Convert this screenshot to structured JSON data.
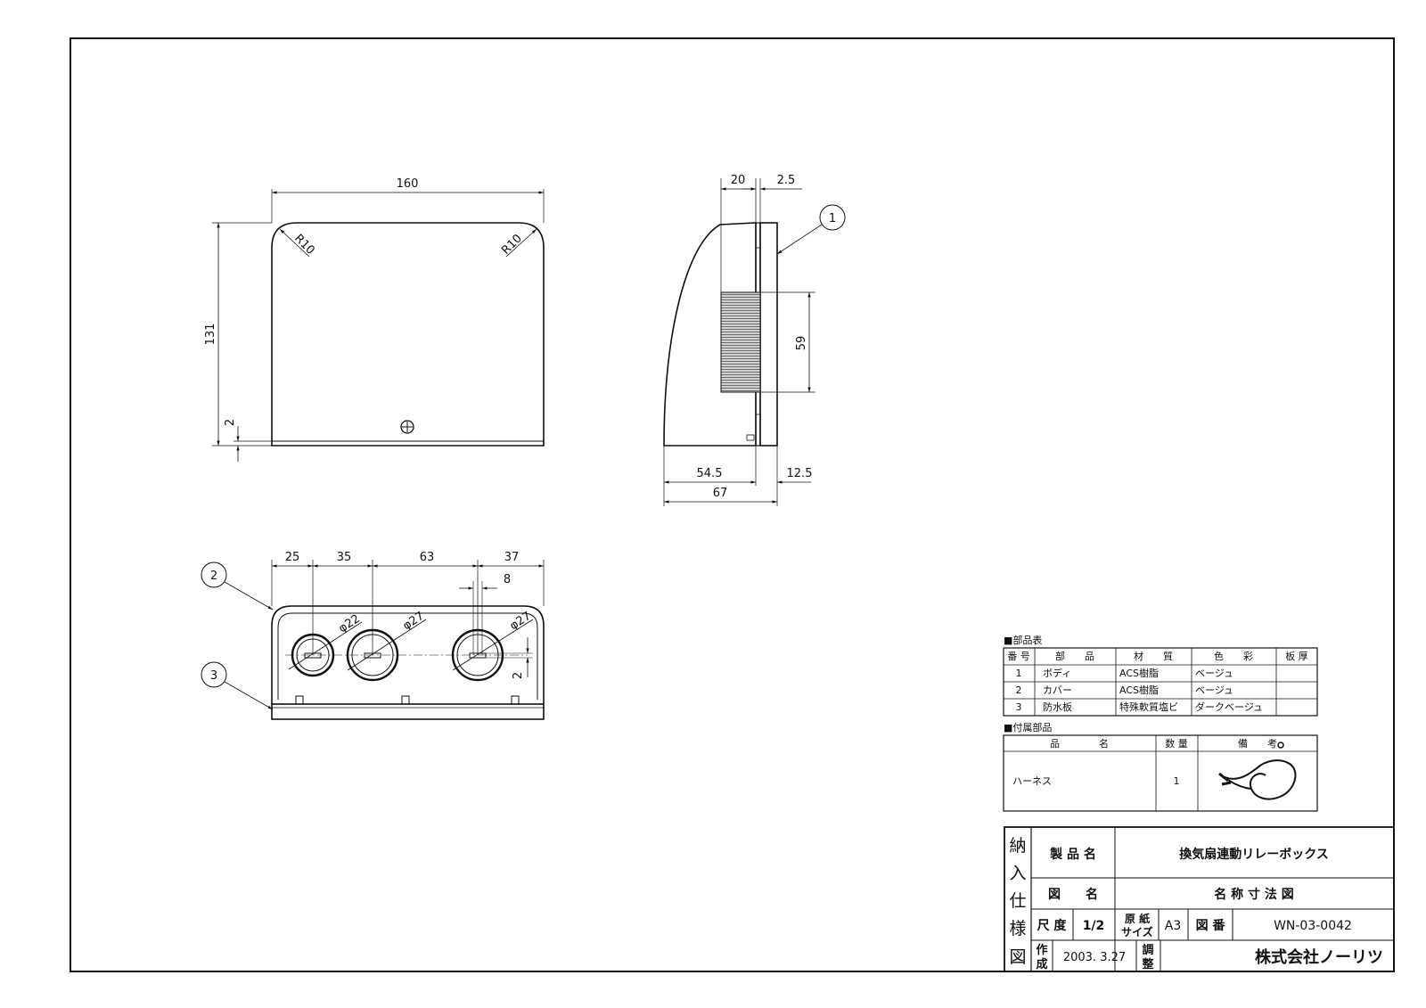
{
  "dimensions": {
    "front_width": "160",
    "front_height": "131",
    "front_gap": "2",
    "radius_left": "R10",
    "radius_right": "R10",
    "side_top_a": "20",
    "side_top_b": "2.5",
    "side_slot": "59",
    "side_bottom_a": "54.5",
    "side_bottom_b": "12.5",
    "side_total": "67",
    "bottom_spacing": [
      "25",
      "35",
      "63",
      "37"
    ],
    "bottom_slot": "8",
    "hole_a": "φ22",
    "hole_b": "φ27",
    "hole_c": "φ27",
    "bottom_gap": "2"
  },
  "callouts": [
    "1",
    "2",
    "3"
  ],
  "parts_table": {
    "title": "■部品表",
    "headers": [
      "番 号",
      "部　　品",
      "材　　質",
      "色　　彩",
      "板 厚"
    ],
    "rows": [
      [
        "1",
        "ボディ",
        "ACS樹脂",
        "ベージュ",
        ""
      ],
      [
        "2",
        "カバー",
        "ACS樹脂",
        "ベージュ",
        ""
      ],
      [
        "3",
        "防水板",
        "特殊軟質塩ビ",
        "ダークベージュ",
        ""
      ]
    ]
  },
  "accessory_table": {
    "title": "■付属部品",
    "headers": [
      "品　　　　名",
      "数 量",
      "備　　考"
    ],
    "rows": [
      [
        "ハーネス",
        "1",
        ""
      ]
    ]
  },
  "title_block": {
    "side_label": [
      "納",
      "入",
      "仕",
      "様",
      "図"
    ],
    "product_label": "製 品 名",
    "product_value": "換気扇連動リレーボックス",
    "drawing_label": "図　　名",
    "drawing_value": "名 称 寸 法 図",
    "scale_label": "尺 度",
    "scale_value": "1/2",
    "paper_label": [
      "原 紙",
      "サイズ"
    ],
    "paper_value": "A3",
    "number_label": "図 番",
    "number_value": "WN-03-0042",
    "made_label": [
      "作",
      "成"
    ],
    "made_value": "2003. 3.27",
    "adjust_label": [
      "調",
      "整"
    ],
    "company": "株式会社ノーリツ"
  }
}
